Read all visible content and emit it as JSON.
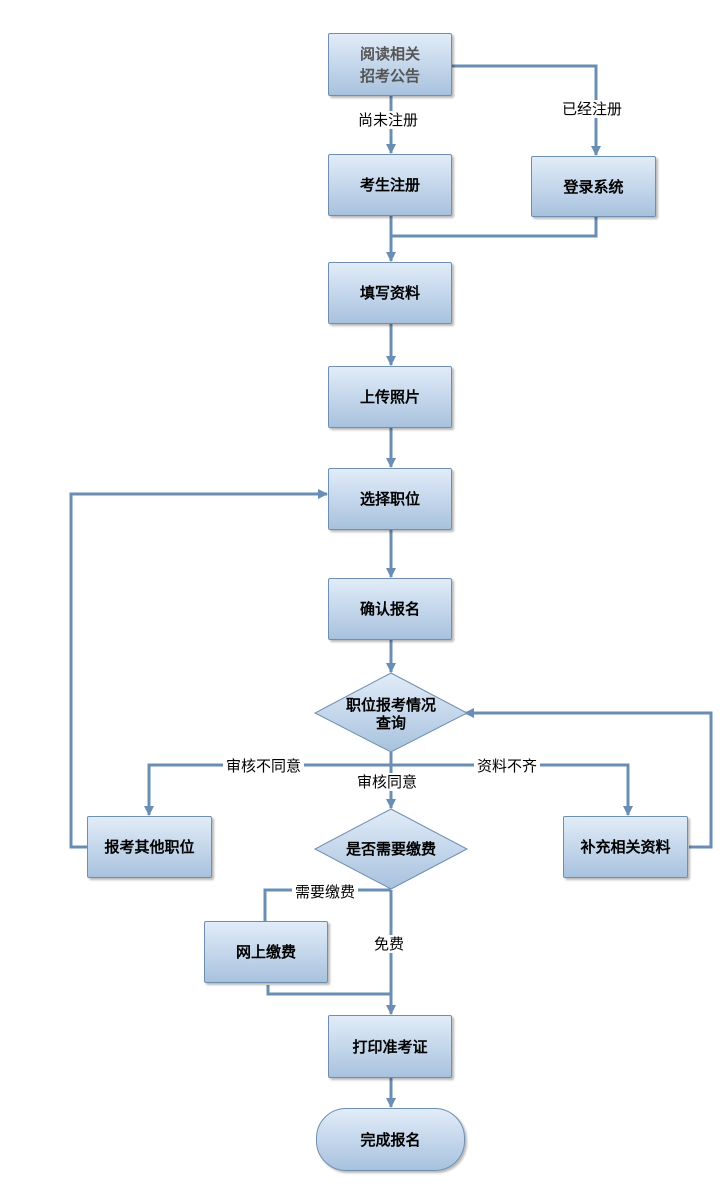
{
  "nodes": {
    "read_notice": "阅读相关\n招考公告",
    "register": "考生注册",
    "login": "登录系统",
    "fill_info": "填写资料",
    "upload_photo": "上传照片",
    "select_post": "选择职位",
    "confirm": "确认报名",
    "query_status": "职位报考情况\n查询",
    "other_post": "报考其他职位",
    "supplement": "补充相关资料",
    "need_fee": "是否需要缴费",
    "online_pay": "网上缴费",
    "print_ticket": "打印准考证",
    "done": "完成报名"
  },
  "edge_labels": {
    "not_registered": "尚未注册",
    "registered": "已经注册",
    "rejected": "审核不同意",
    "approved": "审核同意",
    "incomplete": "资料不齐",
    "needs_payment": "需要缴费",
    "free": "免费"
  }
}
